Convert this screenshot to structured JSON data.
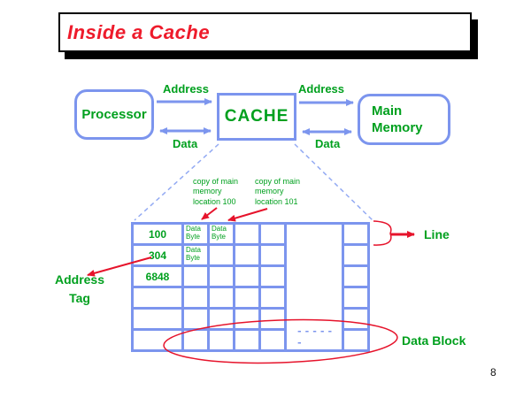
{
  "title": {
    "text": "Inside a Cache"
  },
  "colors": {
    "blue": "#7c95ee",
    "green": "#00a01e",
    "red": "#e6132b",
    "black": "#000000"
  },
  "flow": {
    "processor": "Processor",
    "cache": "CACHE",
    "main_memory": "Main Memory",
    "address_left": "Address",
    "data_left": "Data",
    "address_right": "Address",
    "data_right": "Data"
  },
  "annotations": {
    "copy_note_1": "copy of main memory location 100",
    "copy_note_2": "copy of main memory location 101",
    "line_label": "Line",
    "address_tag_label": "Address Tag",
    "data_block_label": "Data Block",
    "dashes": "------"
  },
  "cache_table": {
    "rows": 6,
    "narrow_columns": 4,
    "address_tags": [
      "100",
      "304",
      "6848",
      "",
      "",
      ""
    ],
    "data_byte_label": "Data Byte",
    "data_byte_cells": [
      [
        0,
        0
      ],
      [
        0,
        1
      ],
      [
        1,
        0
      ]
    ]
  },
  "page": {
    "number": "8"
  }
}
